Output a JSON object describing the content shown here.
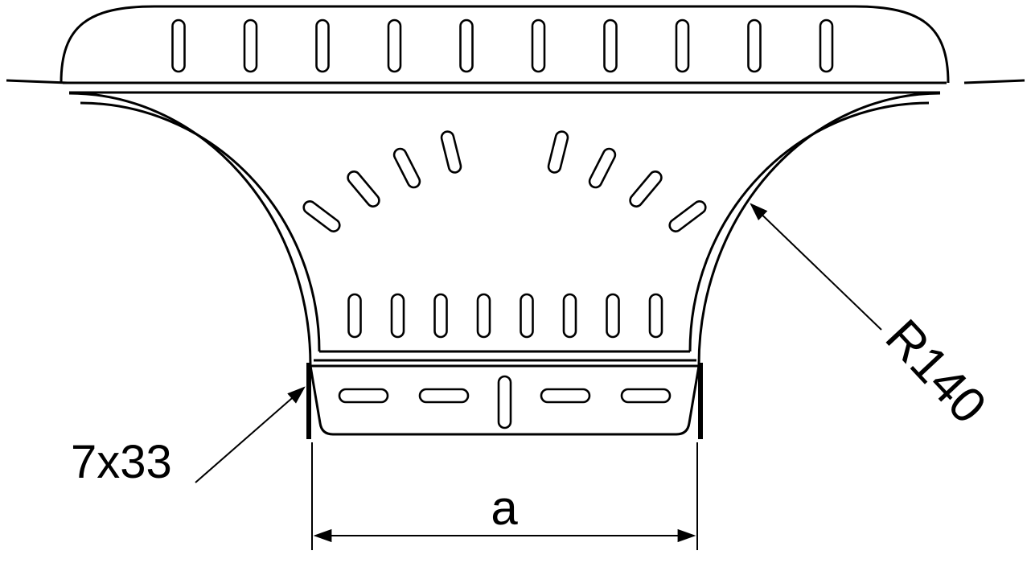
{
  "labels": {
    "slot_size": "7x33",
    "radius": "R140",
    "width_dim": "a"
  },
  "colors": {
    "line": "#000000",
    "background": "#ffffff"
  },
  "perforation": {
    "main_run_slot_count": 10,
    "fan_slot_count": 8,
    "branch_slot_count": 8,
    "flange_slot_count": 4,
    "flange_center_slot_count": 1
  }
}
